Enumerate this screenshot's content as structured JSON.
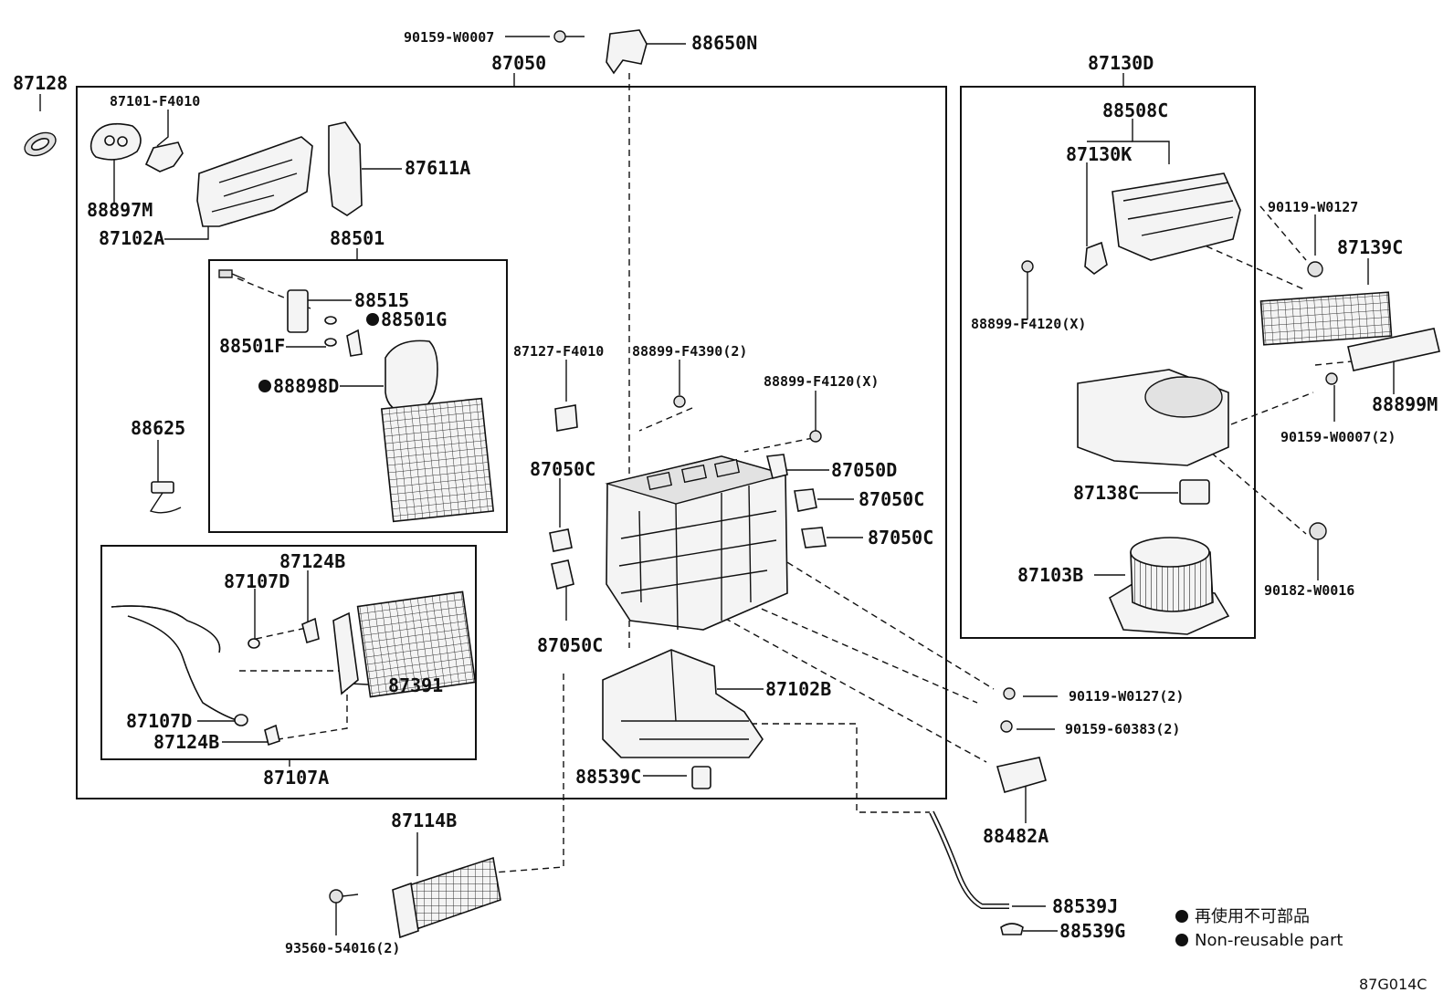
{
  "callouts": {
    "p87128": "87128",
    "p87050": "87050",
    "p90159w0007": "90159-W0007",
    "p88650n": "88650N",
    "p87130d": "87130D",
    "p87101f4010": "87101-F4010",
    "p88897m": "88897M",
    "p87102a": "87102A",
    "p87611a": "87611A",
    "p88501": "88501",
    "p88515": "88515",
    "p88501g": "88501G",
    "p88501f": "88501F",
    "p88898d": "88898D",
    "p88625": "88625",
    "p87124b_top": "87124B",
    "p87107d_top": "87107D",
    "p87391": "87391",
    "p87107d_bot": "87107D",
    "p87124b_bot": "87124B",
    "p87107a": "87107A",
    "p87127f4010": "87127-F4010",
    "p88899f4390": "88899-F4390(2)",
    "p88899f4120_mid": "88899-F4120(X)",
    "p87050c_left": "87050C",
    "p87050d": "87050D",
    "p87050c_r1": "87050C",
    "p87050c_r2": "87050C",
    "p87050c_bot": "87050C",
    "p87102b": "87102B",
    "p88539c": "88539C",
    "p87114b": "87114B",
    "p93560": "93560-54016(2)",
    "p88508c": "88508C",
    "p87130k": "87130K",
    "p90119w0127": "90119-W0127",
    "p87139c": "87139C",
    "p88899f4120_right": "88899-F4120(X)",
    "p88899m": "88899M",
    "p90159w0007_2": "90159-W0007(2)",
    "p87138c": "87138C",
    "p87103b": "87103B",
    "p90182w0016": "90182-W0016",
    "p90119w0127_2": "90119-W0127(2)",
    "p9015960383": "90159-60383(2)",
    "p88482a": "88482A",
    "p88539j": "88539J",
    "p88539g": "88539G"
  },
  "legend": {
    "marker_icon": "filled-circle",
    "jp": "再使用不可部品",
    "en": "Non-reusable part"
  },
  "diagram_code": "87G014C"
}
